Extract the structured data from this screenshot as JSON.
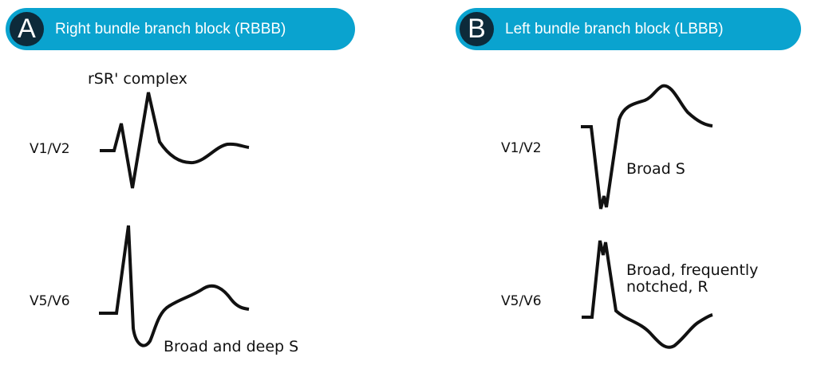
{
  "panel_a": {
    "letter": "A",
    "title": "Right bundle branch block (RBBB)",
    "annotation_top": "rSR' complex",
    "lead_top": "V1/V2",
    "lead_bottom": "V5/V6",
    "annotation_bottom": "Broad and deep S"
  },
  "panel_b": {
    "letter": "B",
    "title": "Left bundle branch block (LBBB)",
    "lead_top": "V1/V2",
    "lead_bottom": "V5/V6",
    "annotation_top": "Broad S",
    "annotation_bottom_1": "Broad, frequently",
    "annotation_bottom_2": "notched, R"
  },
  "colors": {
    "header": "#0aa3cf",
    "badge": "#0d2a3a"
  }
}
